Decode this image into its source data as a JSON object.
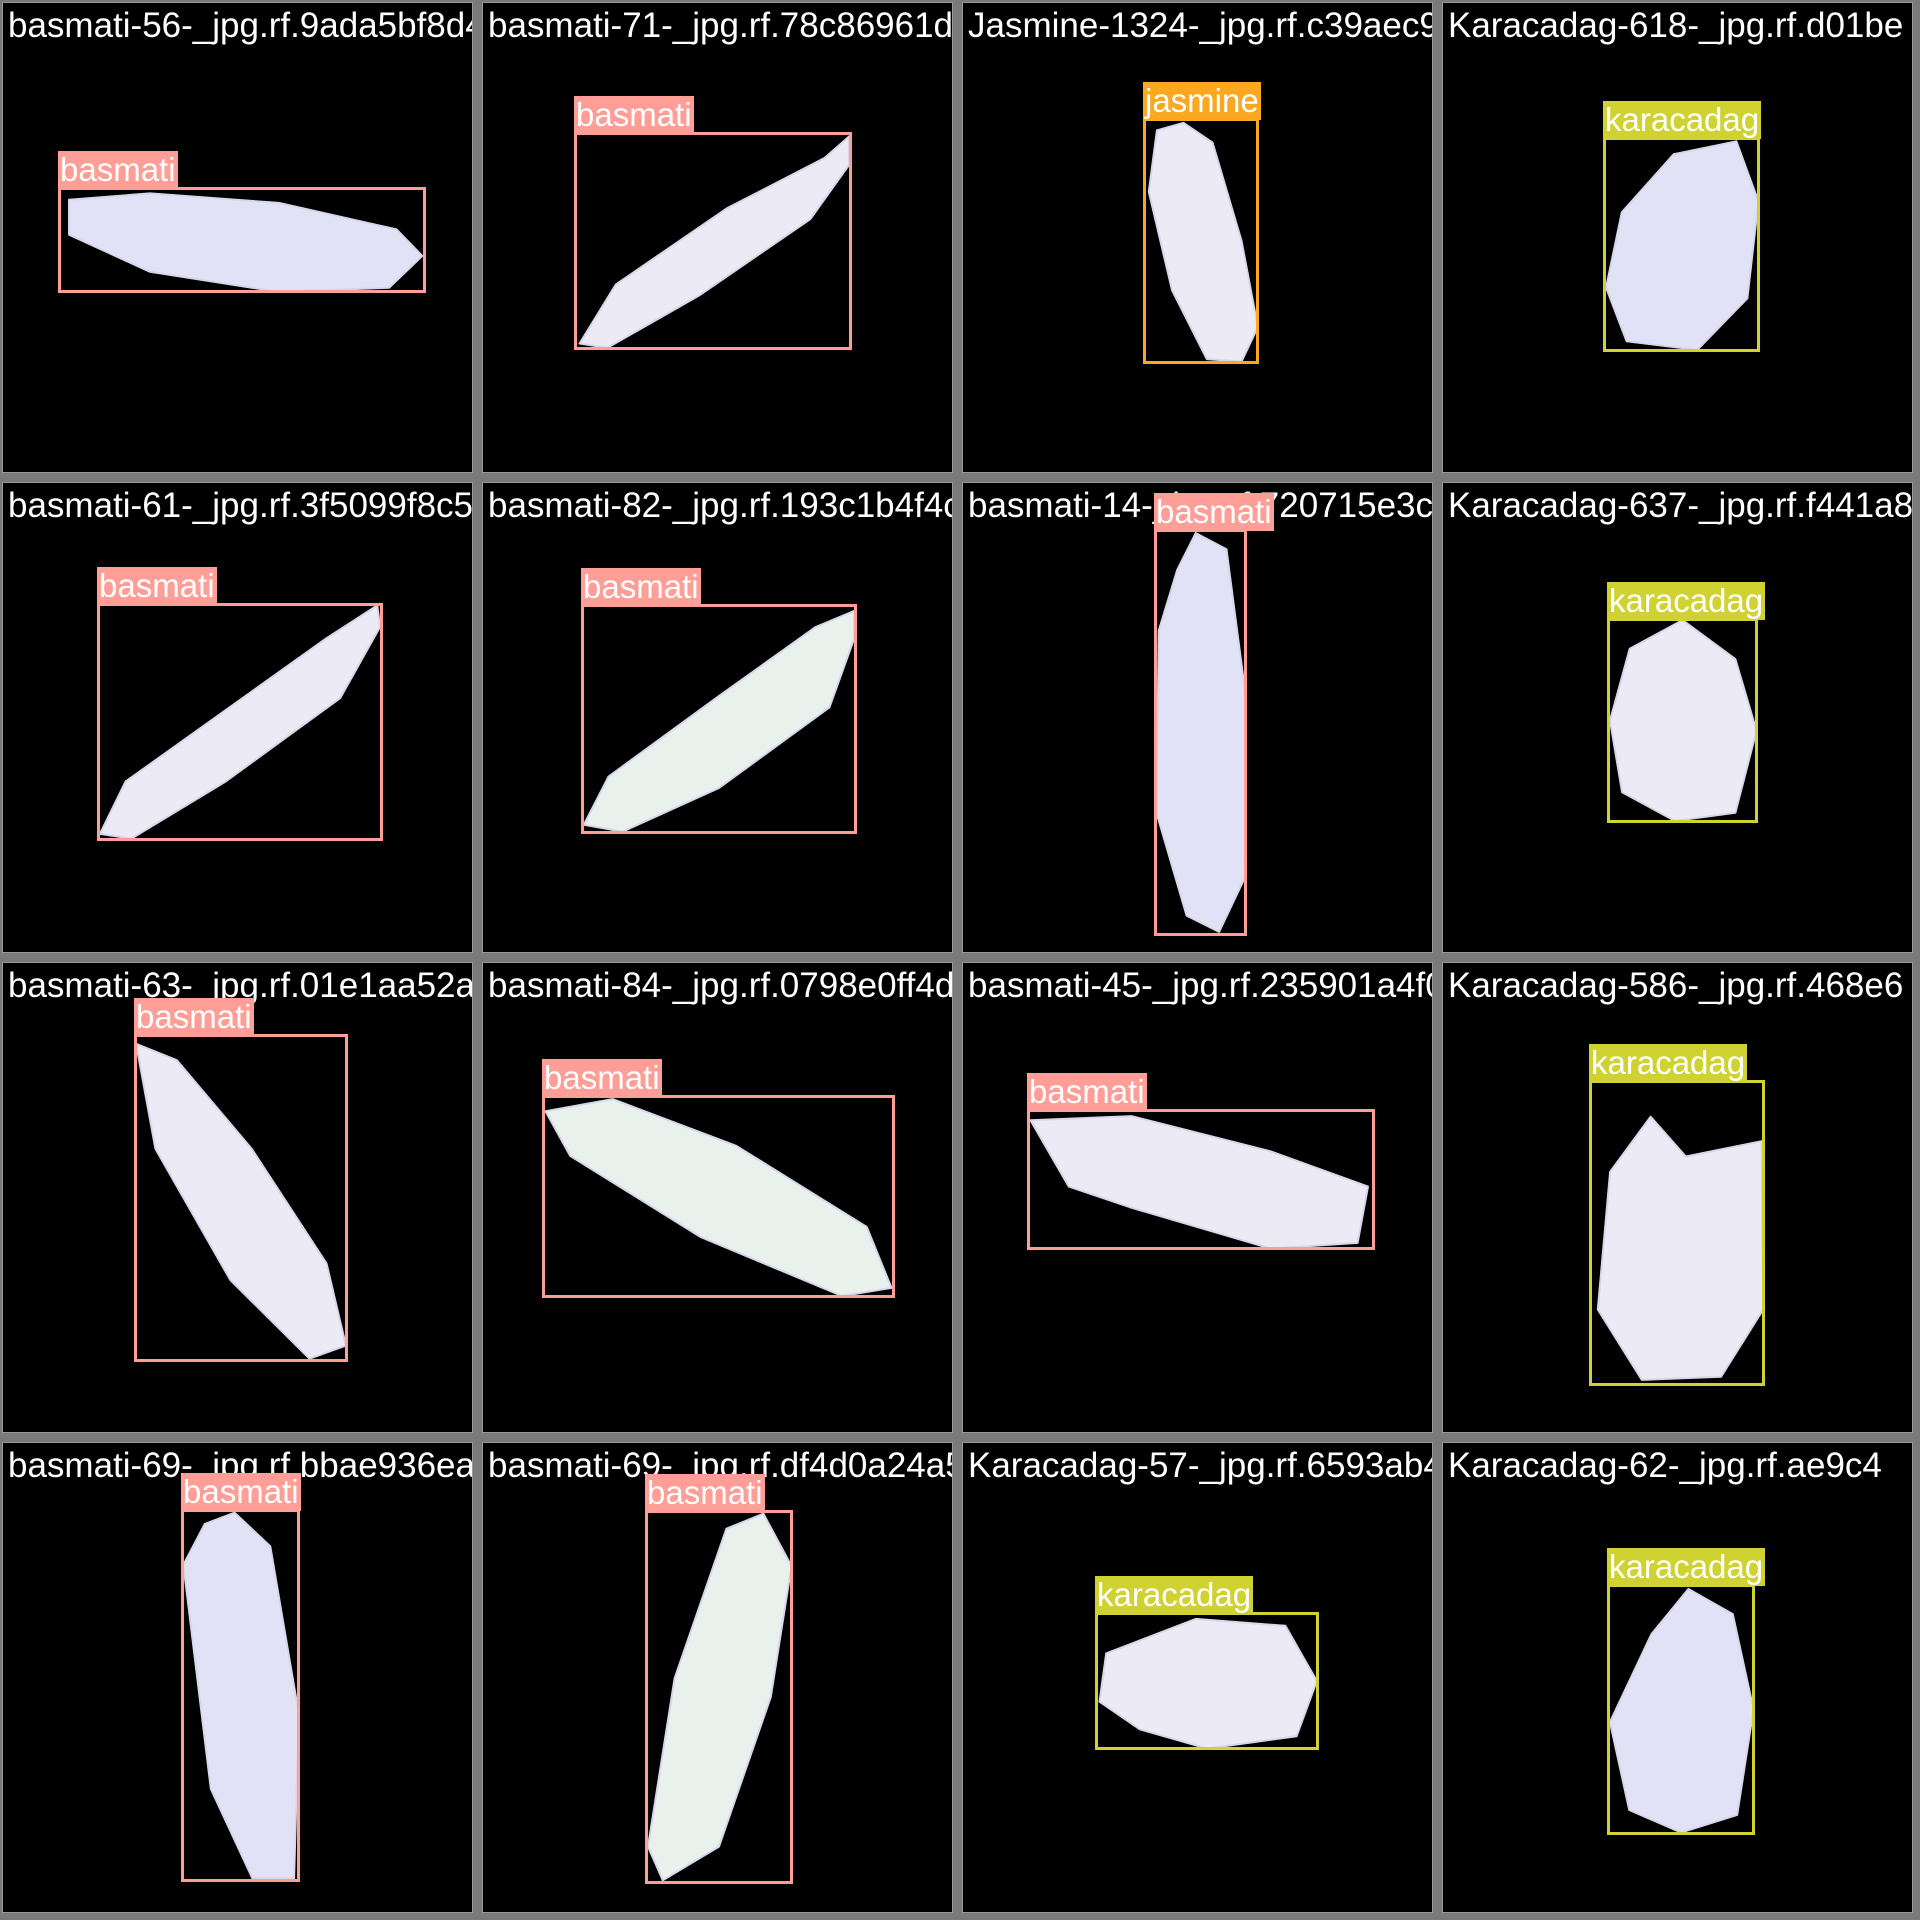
{
  "colors": {
    "basmati": "#ff9d97",
    "jasmine": "#f9a81f",
    "karacadag": "#cfd231",
    "grain_fill": "#eceaf5",
    "grain_fill_blue": "#e2e2f6",
    "grain_fill_green": "#e9f1ec",
    "background": "#000000",
    "grid_border": "#7a7a7a"
  },
  "tiles": [
    {
      "filename": "basmati-56-_jpg.rf.9ada5bf8d4f5fcca71d03",
      "label": "basmati",
      "class": "basmati"
    },
    {
      "filename": "basmati-71-_jpg.rf.78c86961d595fc9143243",
      "label": "basmati",
      "class": "basmati"
    },
    {
      "filename": "Jasmine-1324-_jpg.rf.c39aec97b0eacd296800",
      "label": "jasmine",
      "class": "jasmine"
    },
    {
      "filename": "Karacadag-618-_jpg.rf.d01be",
      "label": "karacadag",
      "class": "karacadag"
    },
    {
      "filename": "basmati-61-_jpg.rf.3f5099f8c5a8a0ec89880",
      "label": "basmati",
      "class": "basmati"
    },
    {
      "filename": "basmati-82-_jpg.rf.193c1b4f4c6af06e46",
      "label": "basmati",
      "class": "basmati"
    },
    {
      "filename": "basmati-14-_jpg.rf.720715e3ca92ca8be631",
      "label": "basmati",
      "class": "basmati"
    },
    {
      "filename": "Karacadag-637-_jpg.rf.f441a8",
      "label": "karacadag",
      "class": "karacadag"
    },
    {
      "filename": "basmati-63-_jpg.rf.01e1aa52ac55c8036adf4",
      "label": "basmati",
      "class": "basmati"
    },
    {
      "filename": "basmati-84-_jpg.rf.0798e0ff4ddb6e8f436e",
      "label": "basmati",
      "class": "basmati"
    },
    {
      "filename": "basmati-45-_jpg.rf.235901a4f0737585983",
      "label": "basmati",
      "class": "basmati"
    },
    {
      "filename": "Karacadag-586-_jpg.rf.468e6",
      "label": "karacadag",
      "class": "karacadag"
    },
    {
      "filename": "basmati-69-_jpg.rf.bbae936ea7425914530",
      "label": "basmati",
      "class": "basmati"
    },
    {
      "filename": "basmati-69-_jpg.rf.df4d0a24a5d734bd957c",
      "label": "basmati",
      "class": "basmati"
    },
    {
      "filename": "Karacadag-57-_jpg.rf.6593ab4a2e9d60862f6",
      "label": "karacadag",
      "class": "karacadag"
    },
    {
      "filename": "Karacadag-62-_jpg.rf.ae9c4",
      "label": "karacadag",
      "class": "karacadag"
    }
  ]
}
